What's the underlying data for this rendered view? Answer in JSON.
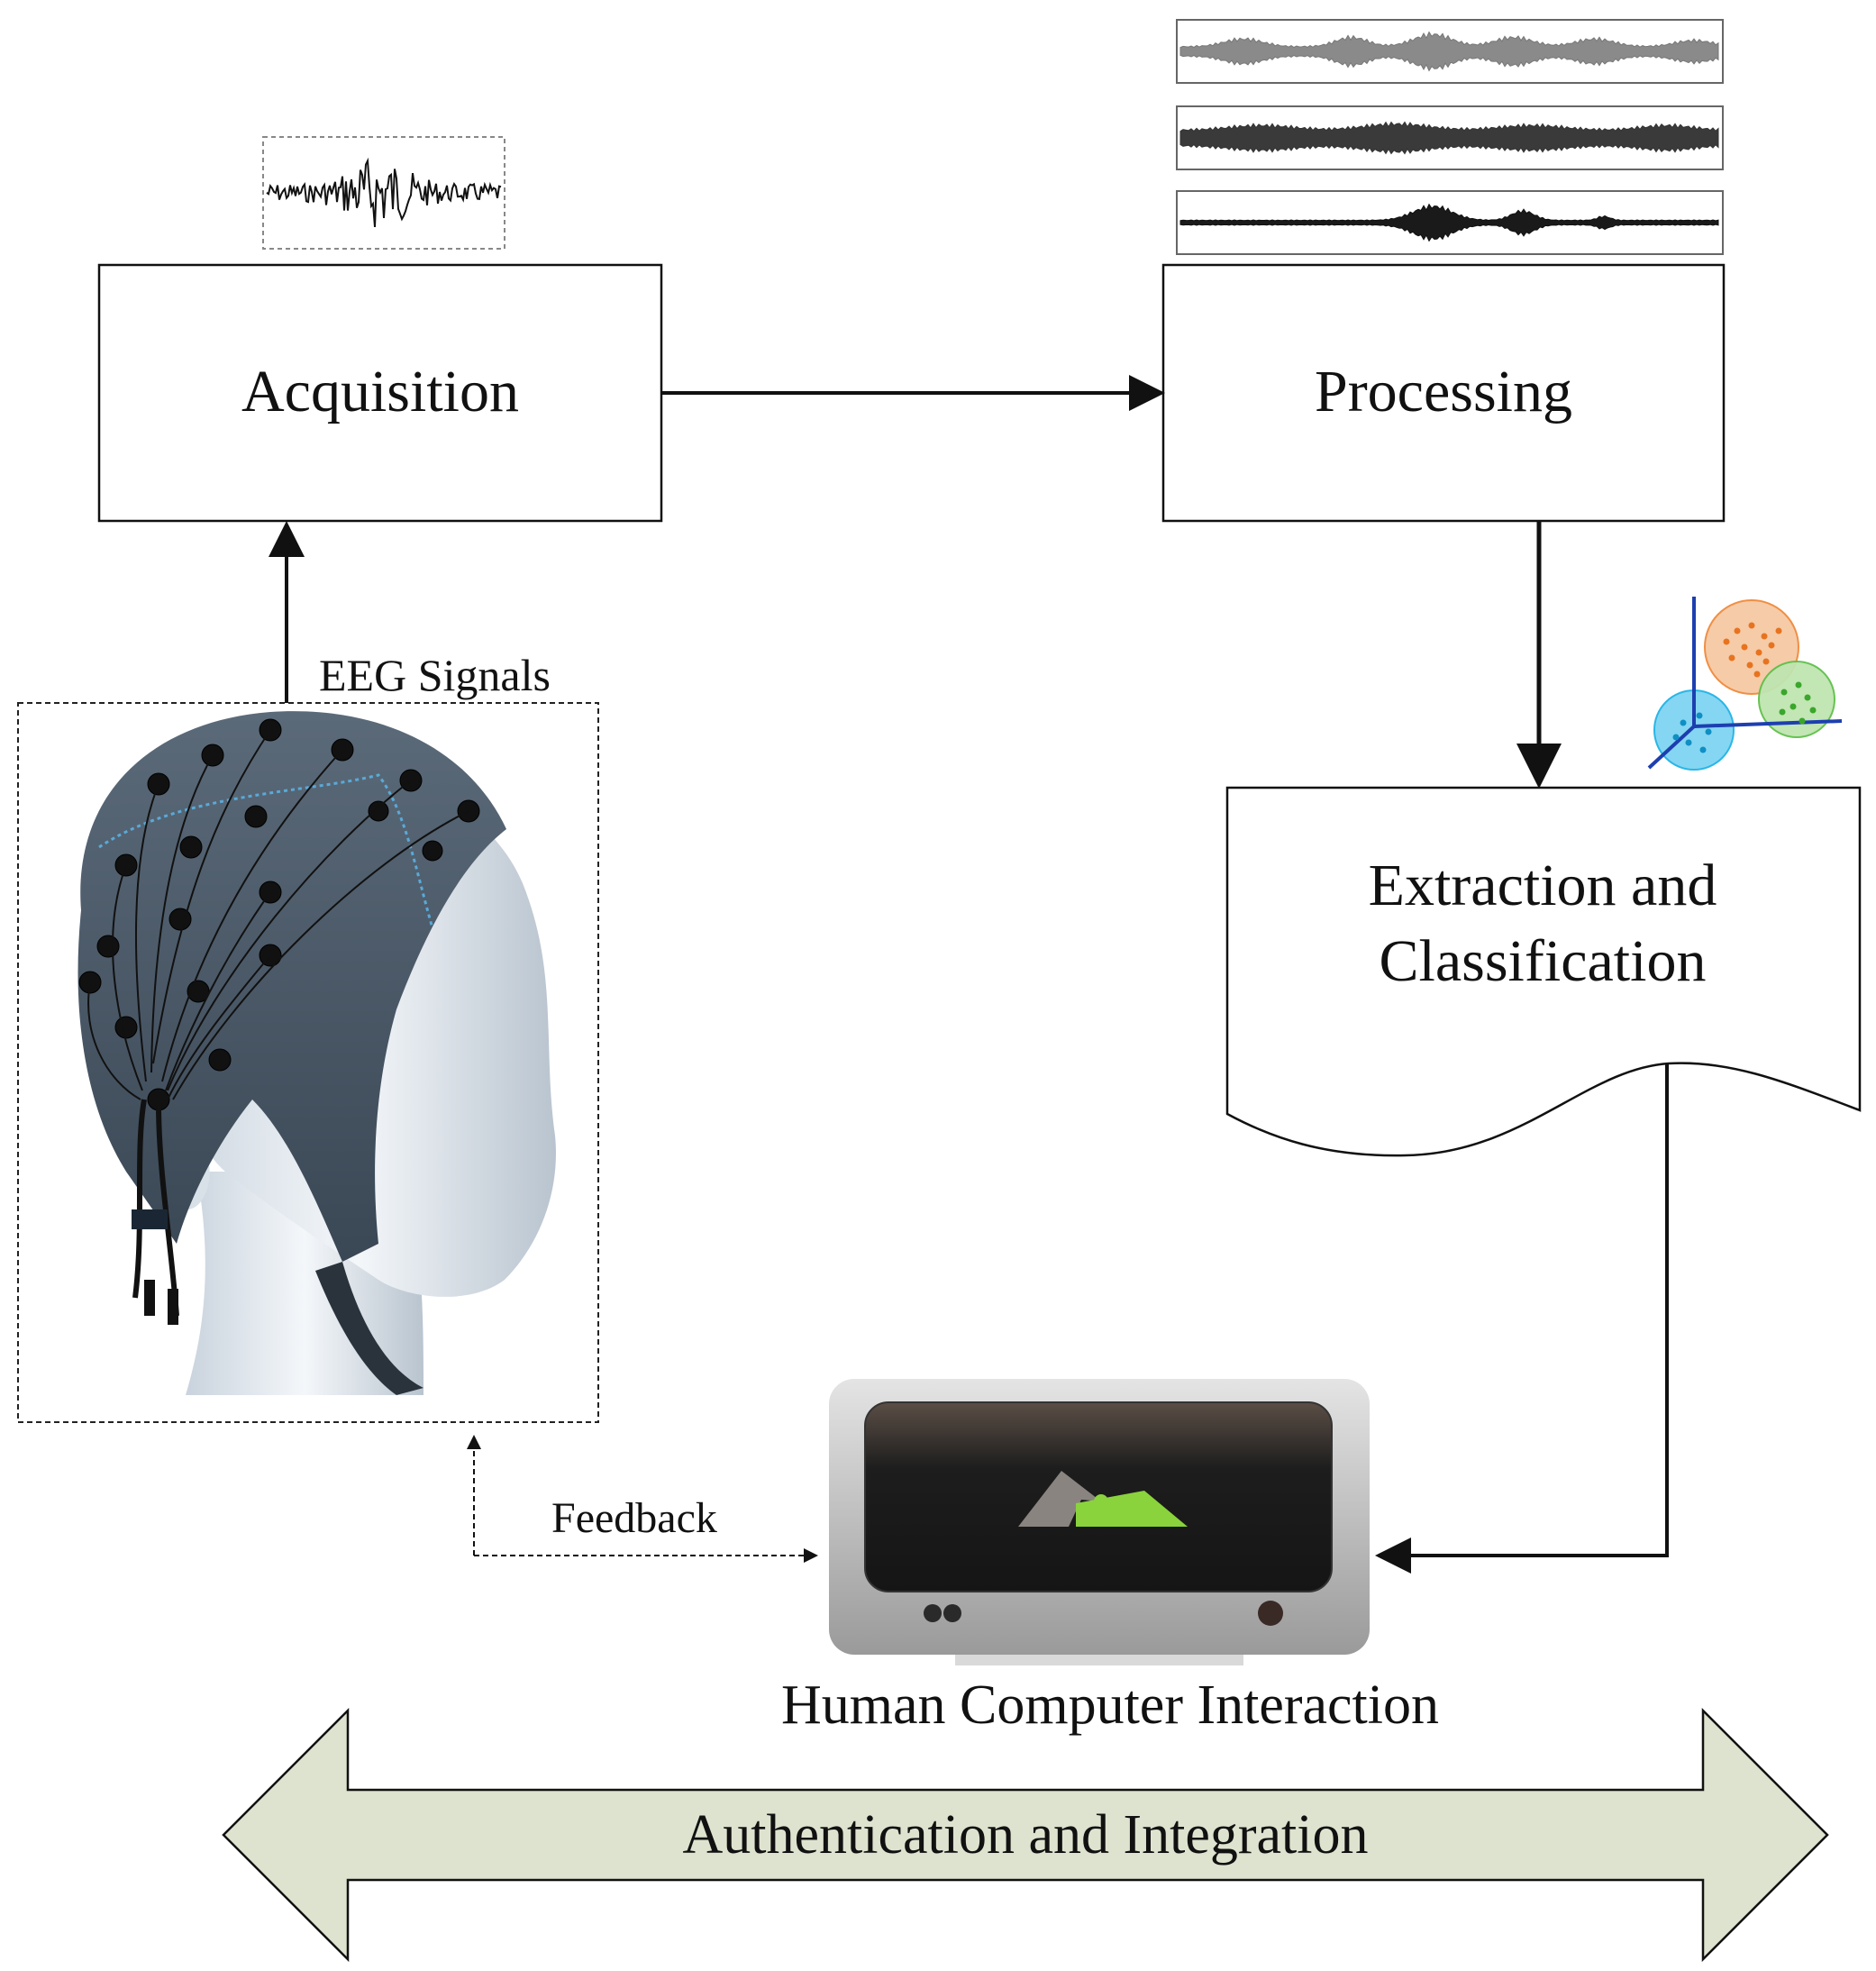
{
  "stages": {
    "acquisition": "Acquisition",
    "processing": "Processing",
    "extraction_line1": "Extraction and",
    "extraction_line2": "Classification",
    "hci": "Human Computer Interaction"
  },
  "labels": {
    "eeg_signals": "EEG Signals",
    "feedback": "Feedback"
  },
  "banner": {
    "text": "Authentication and Integration"
  },
  "colors": {
    "stroke": "#111111",
    "banner_fill": "#dde3cf",
    "cap": "#3f4d5c",
    "cluster_orange": "#f08a3a",
    "cluster_green": "#5fbf4a",
    "cluster_blue": "#1fb3e6",
    "axis_blue": "#1d3fb0",
    "monitor_green": "#8ad33c"
  },
  "icons": {
    "eeg_cap": "eeg-headset-mannequin",
    "raw_signal": "eeg-raw-waveform",
    "processed_signals": "filtered-waveforms",
    "clusters": "cluster-scatter-3d",
    "monitor": "computer-monitor"
  }
}
